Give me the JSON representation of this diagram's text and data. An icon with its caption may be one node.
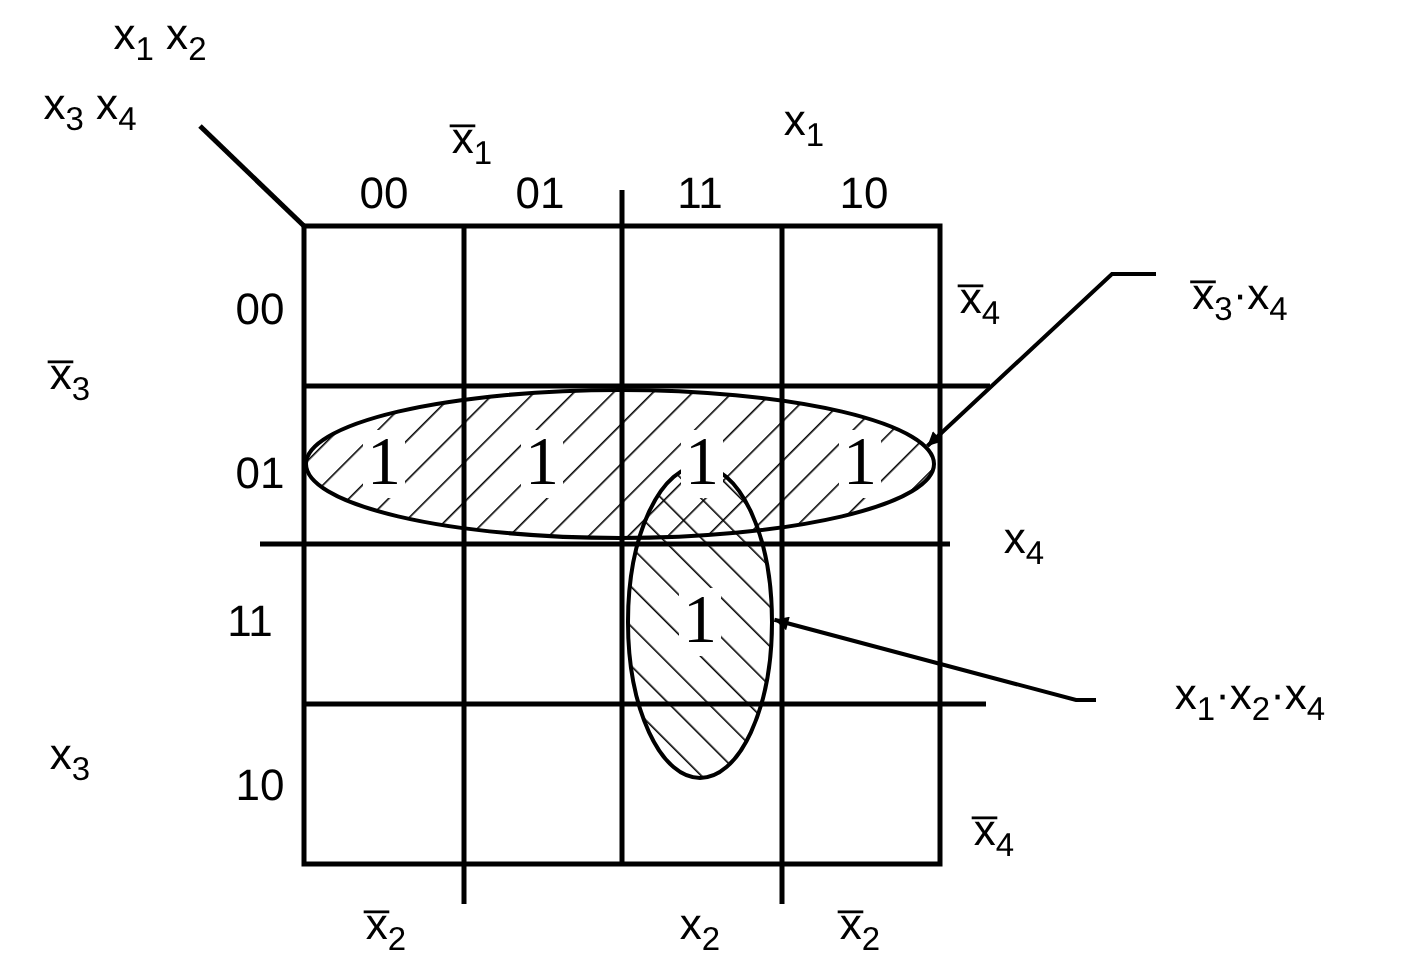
{
  "diagram": {
    "nodes": [
      {
        "text": [
          "x̅$_{3}$·x$_{4}$"
        ]
      },
      {
        "text": [],
        "shape": "ellipse"
      },
      {
        "text": [
          "x$_{1}$·x$_{2}$·x$_{4}$"
        ]
      },
      {
        "text": [],
        "shape": "ellipse"
      }
    ],
    "edges": [
      {
        "from": 0,
        "to": 1,
        "arrow": "to"
      },
      {
        "from": 2,
        "to": 3,
        "arrow": "to"
      }
    ],
    "labels": [
      "x$_{1}$ x$_{2}$",
      "x$_{3}$ x$_{4}$",
      "x̅$_{1}$",
      "x$_{1}$",
      "00",
      "01",
      "11",
      "10",
      "00",
      "x̅$_{4}$",
      "x̅$_{3}$",
      "01",
      "x$_{4}$",
      "11",
      "x$_{3}$",
      "10",
      "x̅$_{4}$",
      "x̅$_{2}$",
      "x$_{2}$",
      "x̅$_{2}$",
      "1",
      "1",
      "1",
      "1",
      "1"
    ]
  }
}
